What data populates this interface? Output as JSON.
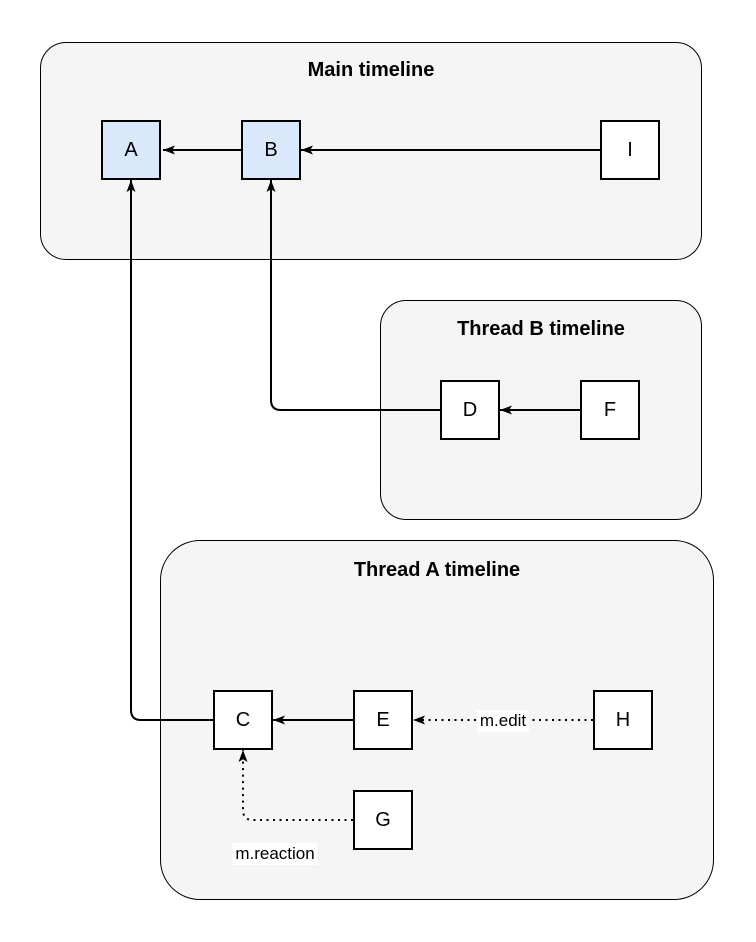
{
  "diagram": {
    "type": "event-relation-graph",
    "containers": {
      "main": {
        "title": "Main timeline"
      },
      "thread_b": {
        "title": "Thread B timeline"
      },
      "thread_a": {
        "title": "Thread A timeline"
      }
    },
    "nodes": {
      "A": {
        "label": "A",
        "timeline": "main",
        "highlighted": true
      },
      "B": {
        "label": "B",
        "timeline": "main",
        "highlighted": true
      },
      "I": {
        "label": "I",
        "timeline": "main",
        "highlighted": false
      },
      "D": {
        "label": "D",
        "timeline": "thread_b",
        "highlighted": false
      },
      "F": {
        "label": "F",
        "timeline": "thread_b",
        "highlighted": false
      },
      "C": {
        "label": "C",
        "timeline": "thread_a",
        "highlighted": false
      },
      "E": {
        "label": "E",
        "timeline": "thread_a",
        "highlighted": false
      },
      "H": {
        "label": "H",
        "timeline": "thread_a",
        "highlighted": false
      },
      "G": {
        "label": "G",
        "timeline": "thread_a",
        "highlighted": false
      }
    },
    "edges": [
      {
        "from": "B",
        "to": "A",
        "style": "solid",
        "label": ""
      },
      {
        "from": "I",
        "to": "B",
        "style": "solid",
        "label": ""
      },
      {
        "from": "D",
        "to": "B",
        "style": "solid",
        "label": ""
      },
      {
        "from": "F",
        "to": "D",
        "style": "solid",
        "label": ""
      },
      {
        "from": "C",
        "to": "A",
        "style": "solid",
        "label": ""
      },
      {
        "from": "E",
        "to": "C",
        "style": "solid",
        "label": ""
      },
      {
        "from": "H",
        "to": "E",
        "style": "dotted",
        "label": "m.edit"
      },
      {
        "from": "G",
        "to": "C",
        "style": "dotted",
        "label": "m.reaction"
      }
    ],
    "edge_labels": {
      "m_edit": "m.edit",
      "m_reaction": "m.reaction"
    },
    "colors": {
      "background": "#ffffff",
      "container_fill": "#f5f5f5",
      "container_stroke": "#000000",
      "node_fill": "#ffffff",
      "node_highlight_fill": "#dae8fc",
      "node_stroke": "#000000",
      "edge_stroke": "#000000",
      "label_background": "#ffffff"
    }
  }
}
